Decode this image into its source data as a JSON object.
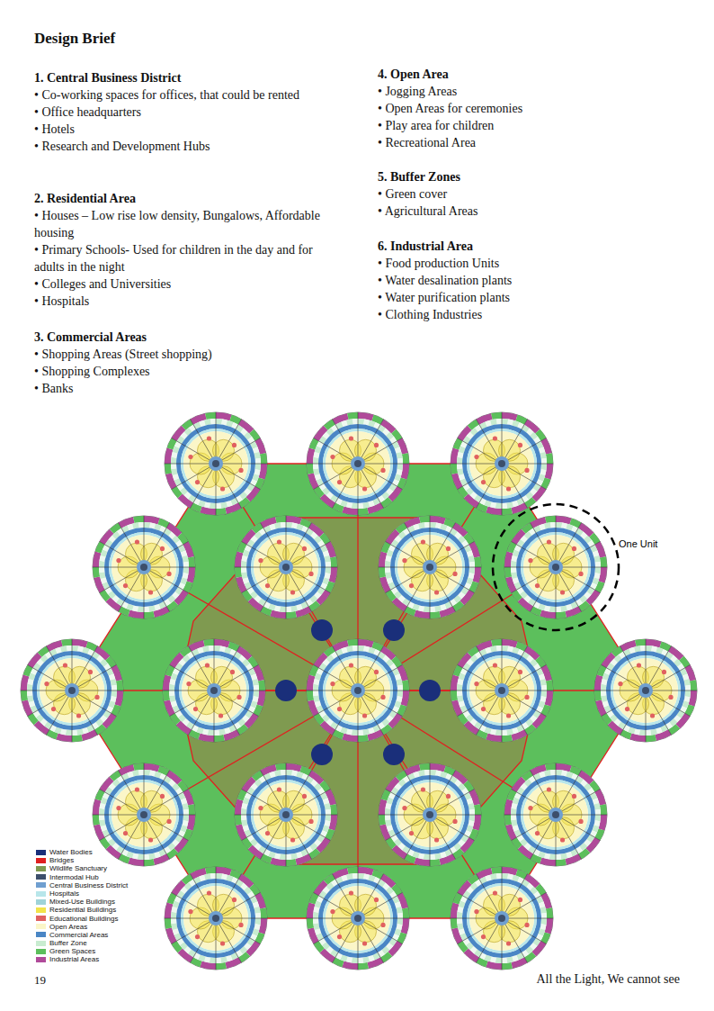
{
  "diagram": {
    "title": "Design Brief",
    "nodes": [
      {
        "text": [
          "One Unit"
        ]
      }
    ],
    "labels": [
      "1. Central Business District",
      "• Co-working spaces for offices, that could be rented",
      "• Office headquarters",
      "• Hotels",
      "• Research and Development Hubs",
      "2. Residential Area",
      "• Houses – Low rise low density, Bungalows, Affordable housing",
      "• Primary Schools- Used for children in the day and for adults in the night",
      "• Colleges and Universities",
      "• Hospitals",
      "3. Commercial Areas",
      "• Shopping Areas (Street shopping)",
      "• Shopping Complexes",
      "• Banks",
      "4. Open Area",
      "• Jogging Areas",
      "• Open Areas for ceremonies",
      "• Play area for children",
      "• Recreational Area",
      "5. Buffer Zones",
      "• Green cover",
      "• Agricultural Areas",
      "6. Industrial Area",
      "• Food production Units",
      "• Water desalination plants",
      "• Water purification plants",
      "• Clothing Industries",
      "19",
      "All the Light, We cannot see"
    ],
    "legend": [
      {
        "text": "Water Bodies",
        "color": "#1a2f7a"
      },
      {
        "text": "Bridges",
        "color": "#e02020"
      },
      {
        "text": "Wildlife Sanctuary",
        "color": "#7f9a50"
      },
      {
        "text": "Intermodal Hub",
        "color": "#3d4f6b"
      },
      {
        "text": "Central Business District",
        "color": "#6f9fd0"
      },
      {
        "text": "Hospitals",
        "color": "#b8e6ea"
      },
      {
        "text": "Mixed-Use Buildings",
        "color": "#9fd3d8"
      },
      {
        "text": "Residential Buildings",
        "color": "#f2e34a"
      },
      {
        "text": "Educational Buildings",
        "color": "#e06060"
      },
      {
        "text": "Open Areas",
        "color": "#fbf6c8"
      },
      {
        "text": "Commercial Areas",
        "color": "#4a86c5"
      },
      {
        "text": "Buffer Zone",
        "color": "#c8ecd0"
      },
      {
        "text": "Green Spaces",
        "color": "#5cbf5c"
      },
      {
        "text": "Industrial Areas",
        "color": "#b04a9a"
      }
    ]
  }
}
